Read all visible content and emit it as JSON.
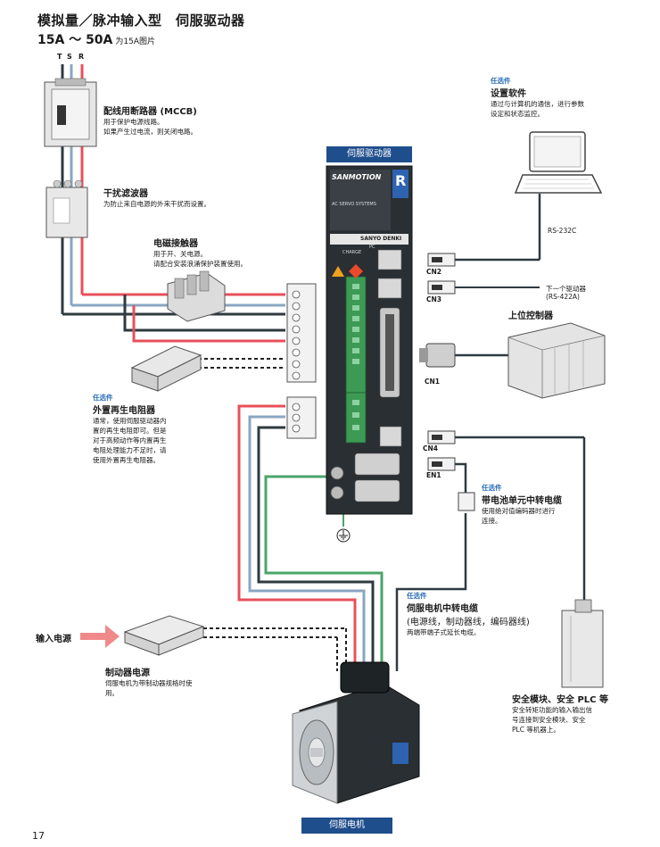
{
  "title": "模拟量／脉冲输入型　伺服驱动器",
  "subtitle": "15A ～ 50A",
  "subtitle_note": "为15A图片",
  "phases": [
    "T",
    "S",
    "R"
  ],
  "mccb": {
    "title": "配线用断路器 (MCCB)",
    "desc": [
      "用于保护电源线路。",
      "如果产生过电流，则关闭电路。"
    ]
  },
  "noise_filter": {
    "title": "干扰滤波器",
    "desc": [
      "为防止来自电源的外来干扰而设置。"
    ]
  },
  "contactor": {
    "title": "电磁接触器",
    "desc": [
      "用于开、关电源。",
      "请配合安装浪涌保护装置使用。"
    ]
  },
  "regen_resistor": {
    "option": "任选件",
    "title": "外置再生电阻器",
    "desc": [
      "通常，使用伺服驱动器内",
      "置的再生电阻即可。但是",
      "对于高频动作等内置再生",
      "电阻处理能力不足时，请",
      "使用外置再生电阻器。"
    ]
  },
  "servo_amp": {
    "label": "伺服驱动器",
    "brand": "SANMOTION",
    "letter": "R",
    "series": "AC SERVO SYSTEMS",
    "maker": "SANYO DENKI",
    "charge": "CHARGE",
    "pc": "PC"
  },
  "setup_software": {
    "option": "任选件",
    "title": "设置软件",
    "desc": [
      "通过与计算机的通信，进行参数",
      "设定和状态监控。"
    ]
  },
  "rs232c": "RS-232C",
  "next_driver": [
    "下一个驱动器",
    "(RS-422A)"
  ],
  "host_controller": "上位控制器",
  "connectors": {
    "cn1": "CN1",
    "cn2": "CN2",
    "cn3": "CN3",
    "cn4": "CN4",
    "en1": "EN1"
  },
  "battery_cable": {
    "option": "任选件",
    "title": "带电池单元中转电缆",
    "desc": [
      "使用绝对值编码器时进行",
      "连接。"
    ]
  },
  "motor_cable": {
    "option": "任选件",
    "title": "伺服电机中转电缆",
    "subtitle": "(电源线，制动器线，编码器线)",
    "desc": [
      "两端带端子式延长电缆。"
    ]
  },
  "input_power": "输入电源",
  "brake_power": {
    "title": "制动器电源",
    "desc": [
      "伺服电机为带制动器规格时使",
      "用。"
    ]
  },
  "safety": {
    "title": "安全模块、安全 PLC 等",
    "desc": [
      "安全转矩功能的输入输出信",
      "号连接到安全模块、安全",
      "PLC 等机器上。"
    ]
  },
  "motor_label": "伺服电机",
  "page_number": "17",
  "colors": {
    "red": "#e8505b",
    "blue": "#8aa6c2",
    "dark": "#2e3a40",
    "green": "#4aa56a",
    "accent": "#1f4e8c",
    "option": "#2a6db5",
    "arrow": "#f08a8a"
  }
}
